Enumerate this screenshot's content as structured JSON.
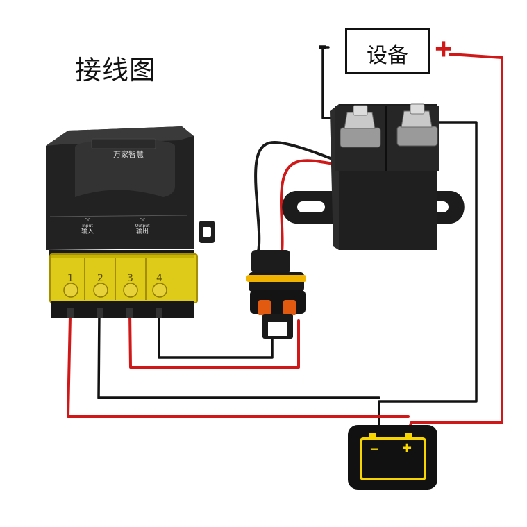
{
  "title": "接线图",
  "device": {
    "label": "设备",
    "minus": "-",
    "plus": "+"
  },
  "controller": {
    "brand": "万家智慧",
    "input_dc": "DC",
    "input_en": "Input",
    "input_cn": "输入",
    "output_dc": "DC",
    "output_en": "Output",
    "output_cn": "输出",
    "terminals": [
      "1",
      "2",
      "3",
      "4"
    ]
  },
  "battery": {
    "minus": "−",
    "plus": "+"
  },
  "colors": {
    "positive_wire": "#d01818",
    "negative_wire": "#111111",
    "battery_icon": "#f6d500"
  },
  "icons": [
    "device-box",
    "wireless-controller",
    "relay-solenoid",
    "waterproof-connector",
    "battery-icon"
  ]
}
